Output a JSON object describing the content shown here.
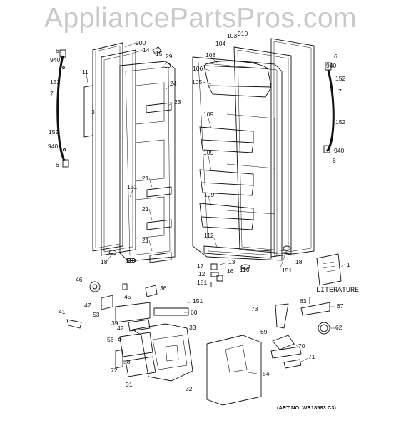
{
  "watermark": "AppliancePartsPros.com",
  "art_no": "(ART NO. WR18583 C3)",
  "literature_label": "LITERATURE",
  "callouts": [
    {
      "id": "c6a",
      "text": "6"
    },
    {
      "id": "c940a",
      "text": "940"
    },
    {
      "id": "c152a",
      "text": "152"
    },
    {
      "id": "c11",
      "text": "11"
    },
    {
      "id": "c7a",
      "text": "7"
    },
    {
      "id": "c3",
      "text": "3"
    },
    {
      "id": "c152b",
      "text": "152"
    },
    {
      "id": "c940b",
      "text": "940"
    },
    {
      "id": "c6b",
      "text": "6"
    },
    {
      "id": "c900",
      "text": "900"
    },
    {
      "id": "c14",
      "text": "14"
    },
    {
      "id": "c15",
      "text": "15"
    },
    {
      "id": "c29",
      "text": "29"
    },
    {
      "id": "c19",
      "text": "19"
    },
    {
      "id": "c24",
      "text": "24"
    },
    {
      "id": "c23",
      "text": "23"
    },
    {
      "id": "c151a",
      "text": "151"
    },
    {
      "id": "c21a",
      "text": "21"
    },
    {
      "id": "c21b",
      "text": "21"
    },
    {
      "id": "c21c",
      "text": "21"
    },
    {
      "id": "c18a",
      "text": "18"
    },
    {
      "id": "c110a",
      "text": "110"
    },
    {
      "id": "c103",
      "text": "103"
    },
    {
      "id": "c910",
      "text": "910"
    },
    {
      "id": "c104",
      "text": "104"
    },
    {
      "id": "c108",
      "text": "108"
    },
    {
      "id": "c106",
      "text": "106"
    },
    {
      "id": "c105",
      "text": "105"
    },
    {
      "id": "c109a",
      "text": "109"
    },
    {
      "id": "c109b",
      "text": "109"
    },
    {
      "id": "c109c",
      "text": "109"
    },
    {
      "id": "c112",
      "text": "112"
    },
    {
      "id": "c13",
      "text": "13"
    },
    {
      "id": "c17",
      "text": "17"
    },
    {
      "id": "c12",
      "text": "12"
    },
    {
      "id": "c16",
      "text": "16"
    },
    {
      "id": "c181",
      "text": "181"
    },
    {
      "id": "c110b",
      "text": "110"
    },
    {
      "id": "c151b",
      "text": "151"
    },
    {
      "id": "c18b",
      "text": "18"
    },
    {
      "id": "c6c",
      "text": "6"
    },
    {
      "id": "c940c",
      "text": "940"
    },
    {
      "id": "c152c",
      "text": "152"
    },
    {
      "id": "c7b",
      "text": "7"
    },
    {
      "id": "c152d",
      "text": "152"
    },
    {
      "id": "c940d",
      "text": "940"
    },
    {
      "id": "c6d",
      "text": "6"
    },
    {
      "id": "c1",
      "text": "1"
    },
    {
      "id": "c46",
      "text": "46"
    },
    {
      "id": "c45",
      "text": "45"
    },
    {
      "id": "c36",
      "text": "36"
    },
    {
      "id": "c47",
      "text": "47"
    },
    {
      "id": "c151c",
      "text": "151"
    },
    {
      "id": "c41",
      "text": "41"
    },
    {
      "id": "c53",
      "text": "53"
    },
    {
      "id": "c60",
      "text": "60"
    },
    {
      "id": "c39",
      "text": "39"
    },
    {
      "id": "c42",
      "text": "42"
    },
    {
      "id": "c33",
      "text": "33"
    },
    {
      "id": "c56",
      "text": "56"
    },
    {
      "id": "c58",
      "text": "58"
    },
    {
      "id": "c72",
      "text": "72"
    },
    {
      "id": "c31",
      "text": "31"
    },
    {
      "id": "c32",
      "text": "32"
    },
    {
      "id": "c54",
      "text": "54"
    },
    {
      "id": "c73",
      "text": "73"
    },
    {
      "id": "c63",
      "text": "63"
    },
    {
      "id": "c67",
      "text": "67"
    },
    {
      "id": "c62",
      "text": "62"
    },
    {
      "id": "c69",
      "text": "69"
    },
    {
      "id": "c70",
      "text": "70"
    },
    {
      "id": "c71",
      "text": "71"
    }
  ]
}
